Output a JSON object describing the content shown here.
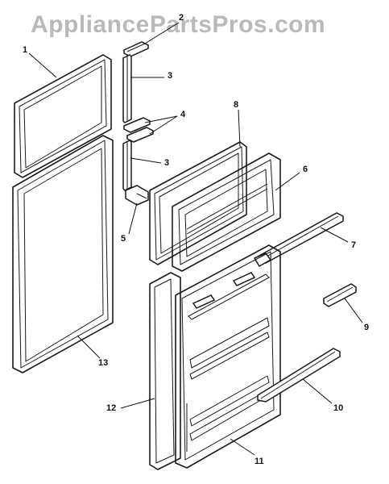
{
  "watermark": "AppliancePartsPros.com",
  "callouts": [
    {
      "id": "c1",
      "label": "1"
    },
    {
      "id": "c2",
      "label": "2"
    },
    {
      "id": "c3a",
      "label": "3"
    },
    {
      "id": "c4",
      "label": "4"
    },
    {
      "id": "c3b",
      "label": "3"
    },
    {
      "id": "c5",
      "label": "5"
    },
    {
      "id": "c8",
      "label": "8"
    },
    {
      "id": "c6",
      "label": "6"
    },
    {
      "id": "c7",
      "label": "7"
    },
    {
      "id": "c9",
      "label": "9"
    },
    {
      "id": "c13",
      "label": "13"
    },
    {
      "id": "c12",
      "label": "12"
    },
    {
      "id": "c10",
      "label": "10"
    },
    {
      "id": "c11",
      "label": "11"
    }
  ]
}
